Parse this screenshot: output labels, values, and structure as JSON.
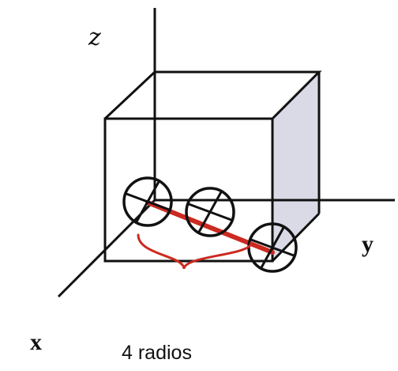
{
  "labels": {
    "z_axis": "z",
    "y_axis": "y",
    "x_axis": "x"
  },
  "caption": "4 radios",
  "colors": {
    "line": "#111111",
    "shaded_face": "#d9dae6",
    "highlight": "#cc2a20"
  }
}
